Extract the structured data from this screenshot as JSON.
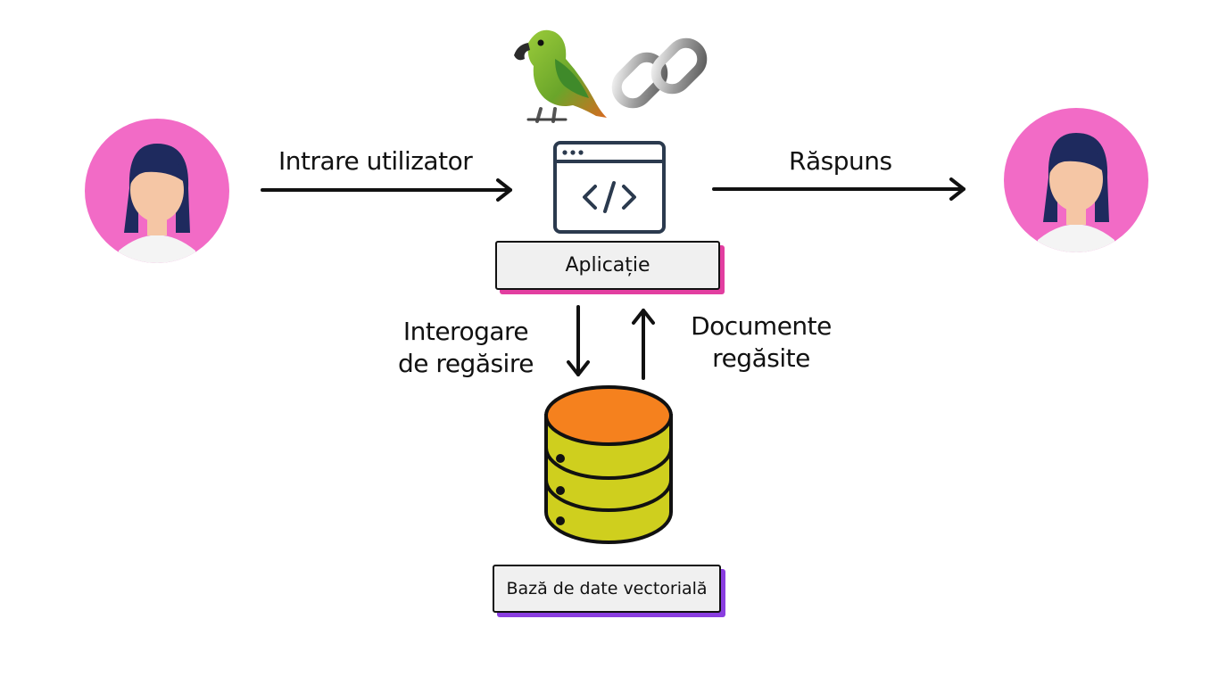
{
  "diagram": {
    "nodes": {
      "user_left": {
        "icon": "user-avatar-icon"
      },
      "user_right": {
        "icon": "user-avatar-icon"
      },
      "application": {
        "label": "Aplicație",
        "icon": "code-window-icon",
        "accent_color": "#e23ea0"
      },
      "vector_db": {
        "label": "Bază de date vectorială",
        "icon": "database-icon",
        "accent_color": "#8a3ee0"
      },
      "logos": {
        "icons": [
          "parrot-icon",
          "chain-link-icon"
        ]
      }
    },
    "edges": {
      "user_input": "Intrare utilizator",
      "response": "Răspuns",
      "retrieval_query_line1": "Interogare",
      "retrieval_query_line2": "de regăsire",
      "retrieved_docs_line1": "Documente",
      "retrieved_docs_line2": "regăsite"
    },
    "colors": {
      "avatar_bg": "#f26bc6",
      "db_top": "#f5811e",
      "db_body": "#cfcf1e"
    }
  }
}
